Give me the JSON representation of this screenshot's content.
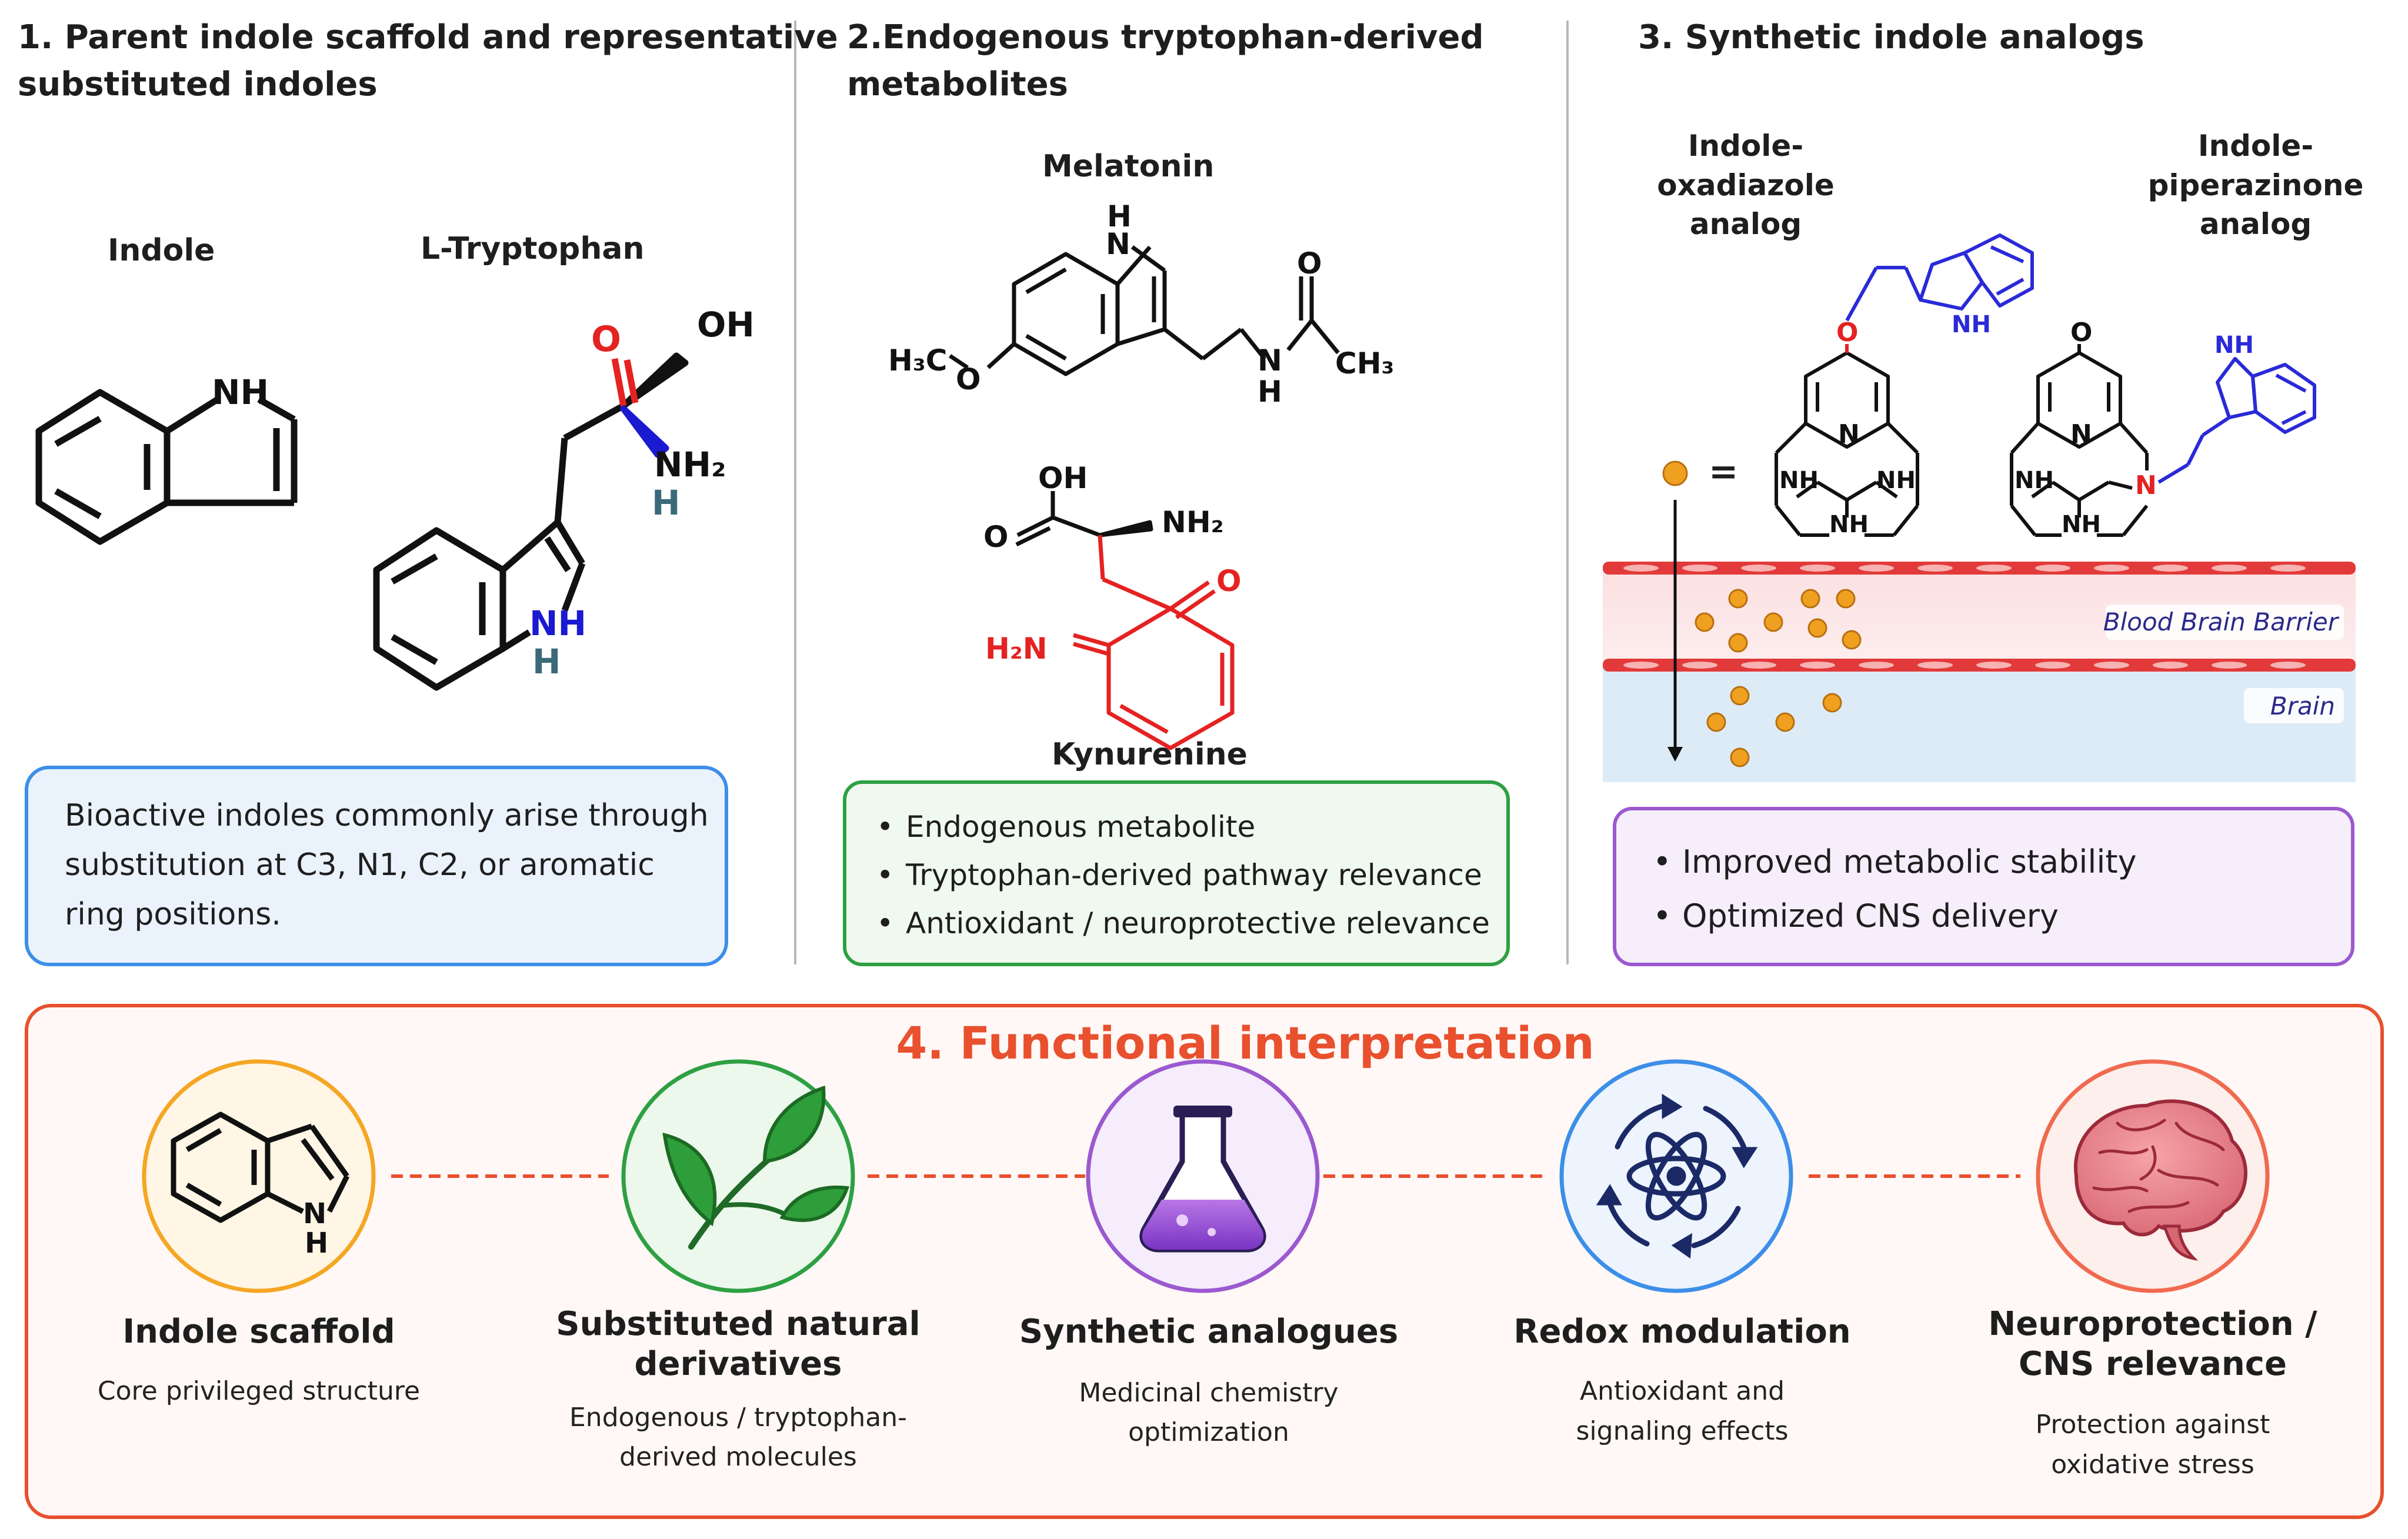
{
  "panels": {
    "p1": {
      "title_line1": "1. Parent indole scaffold and representative",
      "title_line2": "substituted indoles",
      "indole_label": "Indole",
      "tryptophan_label": "L-Tryptophan",
      "note_lines": [
        "Bioactive indoles commonly arise through",
        "substitution at C3, N1, C2, or aromatic",
        "ring positions."
      ]
    },
    "p2": {
      "title_line1": "2.Endogenous tryptophan-derived",
      "title_line2": "metabolites",
      "melatonin_label": "Melatonin",
      "kynurenine_label": "Kynurenine",
      "bullets": [
        "Endogenous metabolite",
        "Tryptophan-derived pathway relevance",
        "Antioxidant / neuroprotective relevance"
      ]
    },
    "p3": {
      "title": "3. Synthetic indole analogs",
      "analog1_lines": [
        "Indole-",
        "oxadiazole",
        "analog"
      ],
      "analog2_lines": [
        "Indole-",
        "piperazinone",
        "analog"
      ],
      "equals_sign": "=",
      "bbb_label": "Blood Brain Barrier",
      "brain_label": "Brain",
      "bullets": [
        "Improved metabolic stability",
        "Optimized CNS delivery"
      ]
    }
  },
  "atoms": {
    "H": "H",
    "NH": "NH",
    "OH": "OH",
    "O": "O",
    "N": "N",
    "NH2": "NH₂",
    "H2N": "H₂N",
    "H3C": "H₃C",
    "CH3": "CH₃"
  },
  "functional": {
    "title": "4. Functional interpretation",
    "items": [
      {
        "label": [
          "Indole scaffold"
        ],
        "desc": [
          "Core privileged structure"
        ],
        "icon": "indole-ring-icon",
        "color": "#f5a623"
      },
      {
        "label": [
          "Substituted natural",
          "derivatives"
        ],
        "desc": [
          "Endogenous / tryptophan-",
          "derived molecules"
        ],
        "icon": "leaf-icon",
        "color": "#2ea043"
      },
      {
        "label": [
          "Synthetic analogues"
        ],
        "desc": [
          "Medicinal chemistry",
          "optimization"
        ],
        "icon": "flask-icon",
        "color": "#9b59d0"
      },
      {
        "label": [
          "Redox modulation"
        ],
        "desc": [
          "Antioxidant and",
          "signaling effects"
        ],
        "icon": "atom-cycle-icon",
        "color": "#3d8ee8"
      },
      {
        "label": [
          "Neuroprotection /",
          "CNS relevance"
        ],
        "desc": [
          "Protection against",
          "oxidative stress"
        ],
        "icon": "brain-icon",
        "color": "#f06a50"
      }
    ]
  },
  "colors": {
    "accent_red": "#e8502e",
    "note_blue": "#3d8ee8",
    "note_green": "#2ea043",
    "note_purple": "#9b59d0",
    "highlight_red": "#e52222",
    "highlight_blue": "#2a2ad8",
    "nh_teal": "#3a6a7a",
    "particle": "#f0a020"
  }
}
